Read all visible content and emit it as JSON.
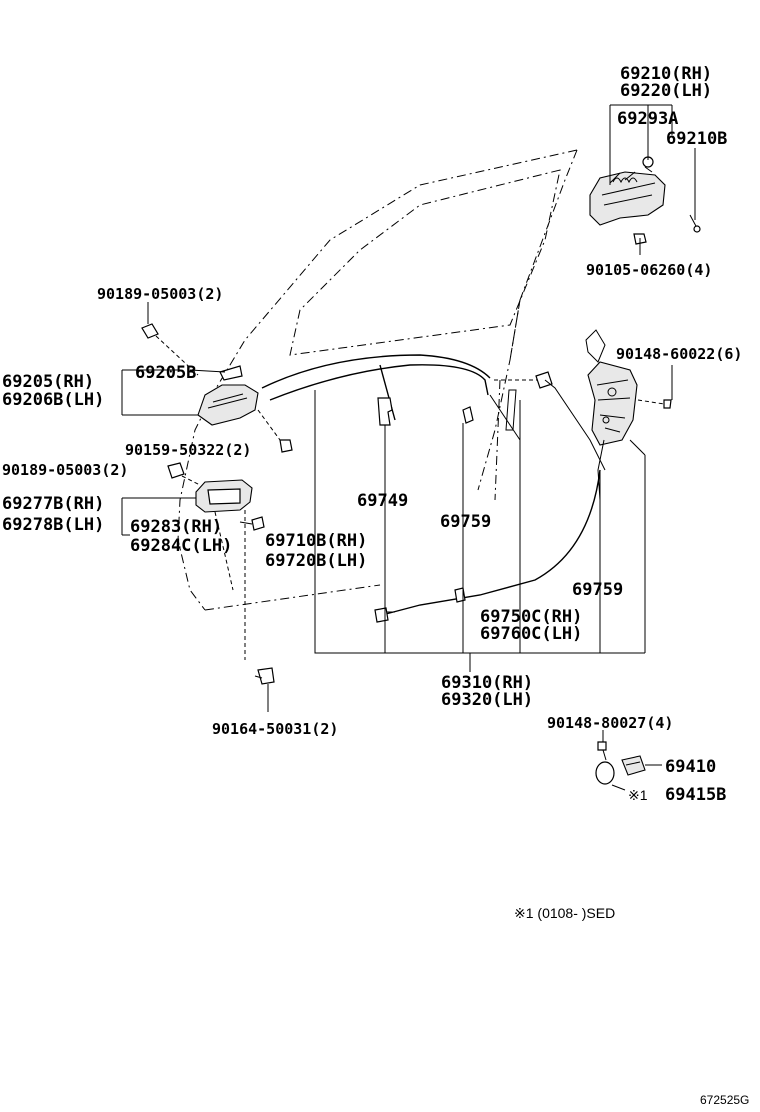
{
  "labels": {
    "p69210": "69210(RH)",
    "p69220": "69220(LH)",
    "p69293A": "69293A",
    "p69210B": "69210B",
    "p90105": "90105-06260(4)",
    "p90148_60022": "90148-60022(6)",
    "p90189_top": "90189-05003(2)",
    "p69205B": "69205B",
    "p69205": "69205(RH)",
    "p69206B": "69206B(LH)",
    "p90159": "90159-50322(2)",
    "p90189_mid": "90189-05003(2)",
    "p69277B": "69277B(RH)",
    "p69278B": "69278B(LH)",
    "p69283": "69283(RH)",
    "p69284C": "69284C(LH)",
    "p69749": "69749",
    "p69759_a": "69759",
    "p69759_b": "69759",
    "p69710B": "69710B(RH)",
    "p69720B": "69720B(LH)",
    "p69750C": "69750C(RH)",
    "p69760C": "69760C(LH)",
    "p69310": "69310(RH)",
    "p69320": "69320(LH)",
    "p90164": "90164-50031(2)",
    "p90148_80027": "90148-80027(4)",
    "p69410": "69410",
    "p69415B": "69415B",
    "mark_note": "※1",
    "note_text": "※1 (0108-     )SED",
    "diagram_code": "672525G"
  }
}
